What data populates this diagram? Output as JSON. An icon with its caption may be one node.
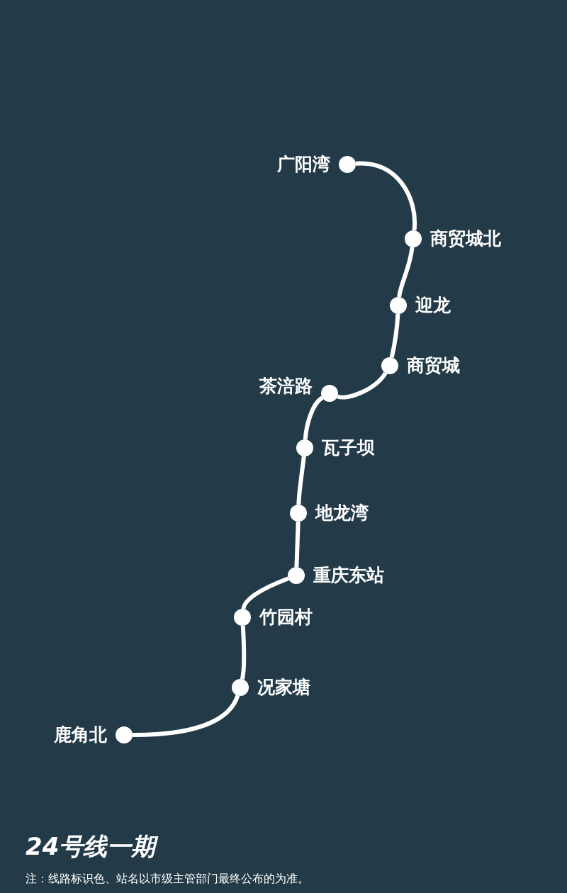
{
  "diagram": {
    "title": "24号线一期",
    "caption": "注：线路标识色、站名以市级主管部门最终公布的为准。",
    "nodes": [
      {
        "text": [
          "广阳湾"
        ]
      },
      {
        "text": [
          "商贸城北"
        ]
      },
      {
        "text": [
          "迎龙"
        ]
      },
      {
        "text": [
          "商贸城"
        ]
      },
      {
        "text": [
          "茶涪路"
        ]
      },
      {
        "text": [
          "瓦子坝"
        ]
      },
      {
        "text": [
          "地龙湾"
        ]
      },
      {
        "text": [
          "重庆东站"
        ]
      },
      {
        "text": [
          "竹园村"
        ]
      },
      {
        "text": [
          "况家塘"
        ]
      },
      {
        "text": [
          "鹿角北"
        ]
      }
    ],
    "edges": [
      {
        "from": 0,
        "to": 1,
        "arrow": "none"
      },
      {
        "from": 1,
        "to": 2,
        "arrow": "none"
      },
      {
        "from": 2,
        "to": 3,
        "arrow": "none"
      },
      {
        "from": 3,
        "to": 4,
        "arrow": "none"
      },
      {
        "from": 4,
        "to": 5,
        "arrow": "none"
      },
      {
        "from": 5,
        "to": 6,
        "arrow": "none"
      },
      {
        "from": 6,
        "to": 7,
        "arrow": "none"
      },
      {
        "from": 7,
        "to": 8,
        "arrow": "none"
      },
      {
        "from": 8,
        "to": 9,
        "arrow": "none"
      },
      {
        "from": 9,
        "to": 10,
        "arrow": "none"
      }
    ]
  }
}
